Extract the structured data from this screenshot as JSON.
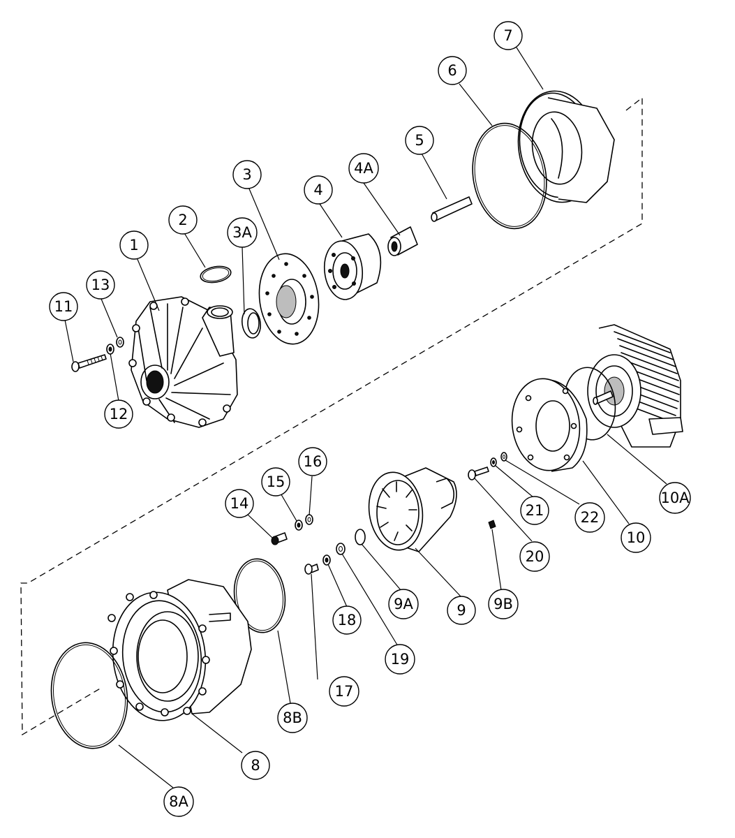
{
  "diagram": {
    "type": "exploded-parts-view",
    "callouts": [
      {
        "id": "c-1",
        "label": "1"
      },
      {
        "id": "c-2",
        "label": "2"
      },
      {
        "id": "c-3",
        "label": "3"
      },
      {
        "id": "c-3a",
        "label": "3A"
      },
      {
        "id": "c-4",
        "label": "4"
      },
      {
        "id": "c-4a",
        "label": "4A"
      },
      {
        "id": "c-5",
        "label": "5"
      },
      {
        "id": "c-6",
        "label": "6"
      },
      {
        "id": "c-7",
        "label": "7"
      },
      {
        "id": "c-8",
        "label": "8"
      },
      {
        "id": "c-8a",
        "label": "8A"
      },
      {
        "id": "c-8b",
        "label": "8B"
      },
      {
        "id": "c-9",
        "label": "9"
      },
      {
        "id": "c-9a",
        "label": "9A"
      },
      {
        "id": "c-9b",
        "label": "9B"
      },
      {
        "id": "c-10",
        "label": "10"
      },
      {
        "id": "c-10a",
        "label": "10A"
      },
      {
        "id": "c-11",
        "label": "11"
      },
      {
        "id": "c-12",
        "label": "12"
      },
      {
        "id": "c-13",
        "label": "13"
      },
      {
        "id": "c-14",
        "label": "14"
      },
      {
        "id": "c-15",
        "label": "15"
      },
      {
        "id": "c-16",
        "label": "16"
      },
      {
        "id": "c-17",
        "label": "17"
      },
      {
        "id": "c-18",
        "label": "18"
      },
      {
        "id": "c-19",
        "label": "19"
      },
      {
        "id": "c-20",
        "label": "20"
      },
      {
        "id": "c-21",
        "label": "21"
      },
      {
        "id": "c-22",
        "label": "22"
      }
    ]
  }
}
